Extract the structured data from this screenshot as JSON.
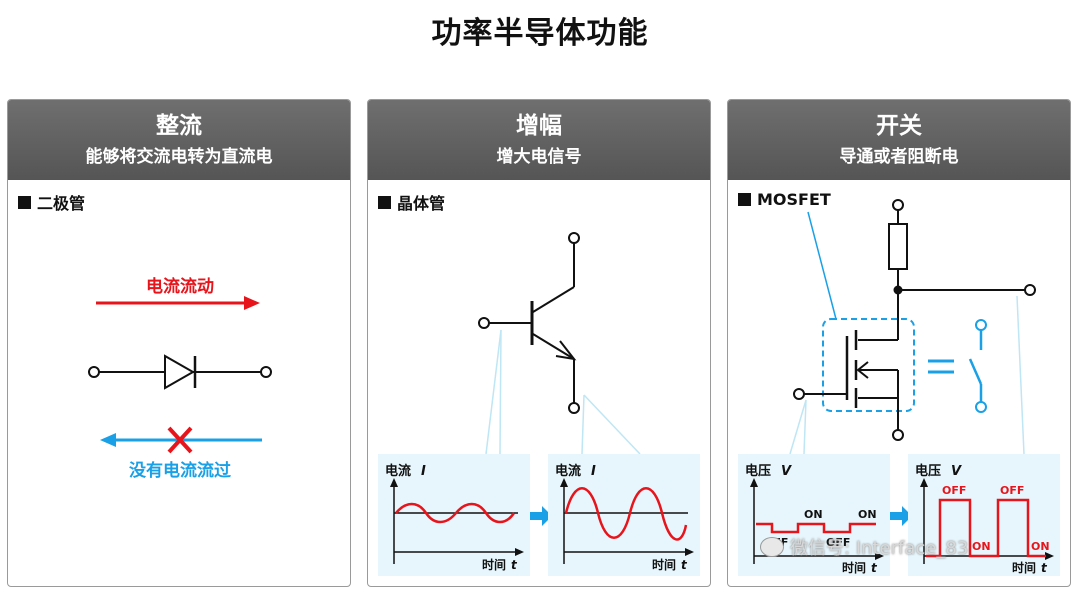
{
  "title": "功率半导体功能",
  "panels": [
    {
      "title": "整流",
      "subtitle": "能够将交流电转为直流电",
      "section": "二极管",
      "forward_label": "电流流动",
      "reverse_label": "没有电流流过"
    },
    {
      "title": "增幅",
      "subtitle": "增大电信号",
      "section": "晶体管",
      "graph_left": {
        "ylabel": "电流",
        "ysym": "I",
        "xlabel": "时间",
        "xsym": "t"
      },
      "graph_right": {
        "ylabel": "电流",
        "ysym": "I",
        "xlabel": "时间",
        "xsym": "t"
      }
    },
    {
      "title": "开关",
      "subtitle": "导通或者阻断电",
      "section": "MOSFET",
      "graph_left": {
        "ylabel": "电压",
        "ysym": "V",
        "xlabel": "时间",
        "xsym": "t",
        "labels": [
          "OFF",
          "ON",
          "OFF",
          "ON"
        ]
      },
      "graph_right": {
        "ylabel": "电压",
        "ysym": "V",
        "xlabel": "时间",
        "xsym": "t",
        "labels": [
          "OFF",
          "ON",
          "OFF",
          "ON"
        ]
      }
    }
  ],
  "watermark": "微信号: Interface_83",
  "colors": {
    "header": "#5f5f5f",
    "red": "#e8141b",
    "blue": "#1aa0e6",
    "graph_bg": "#e6f6fc"
  },
  "icons": [
    "wechat-icon"
  ]
}
